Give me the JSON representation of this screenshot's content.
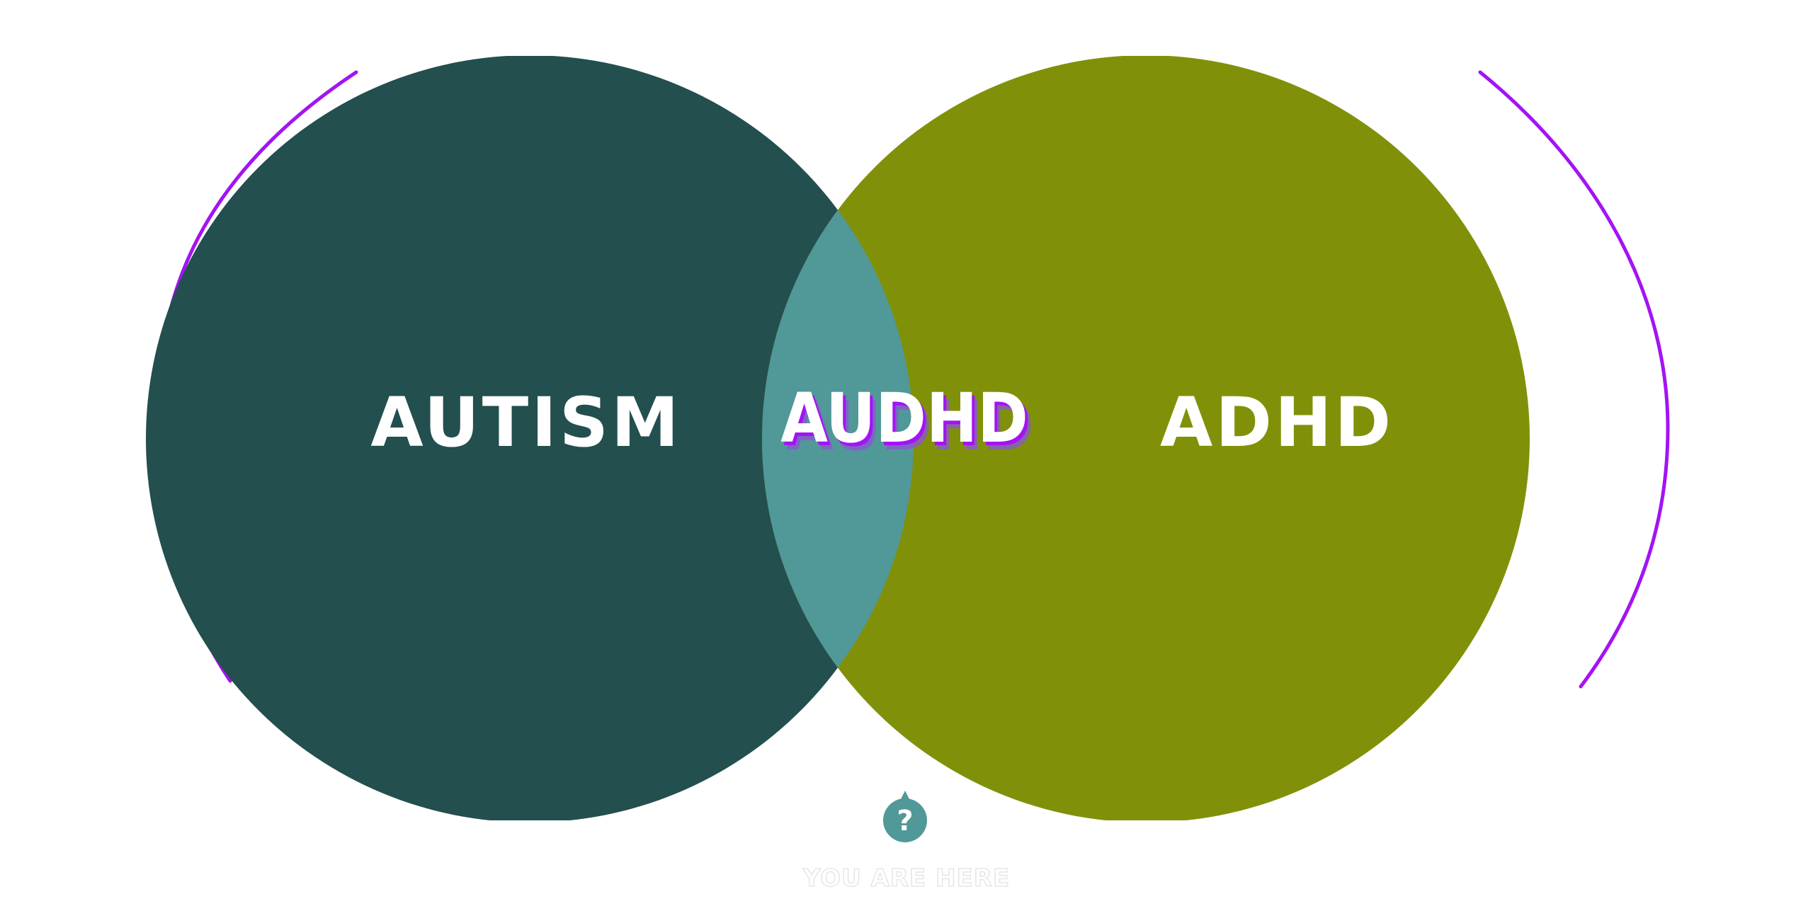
{
  "labels": {
    "left": "AUTISM",
    "middle": "AUDHD",
    "right": "ADHD",
    "marker_symbol": "?",
    "marker_caption": "YOU ARE HERE"
  },
  "colors": {
    "left_circle": "#234F4E",
    "right_circle": "#809109",
    "overlap": "#519898",
    "bracket": "#A313F4",
    "text": "#FFFFFF",
    "middle_shadow": "#A313F4"
  },
  "icons": {
    "marker": "question-pin-icon"
  }
}
